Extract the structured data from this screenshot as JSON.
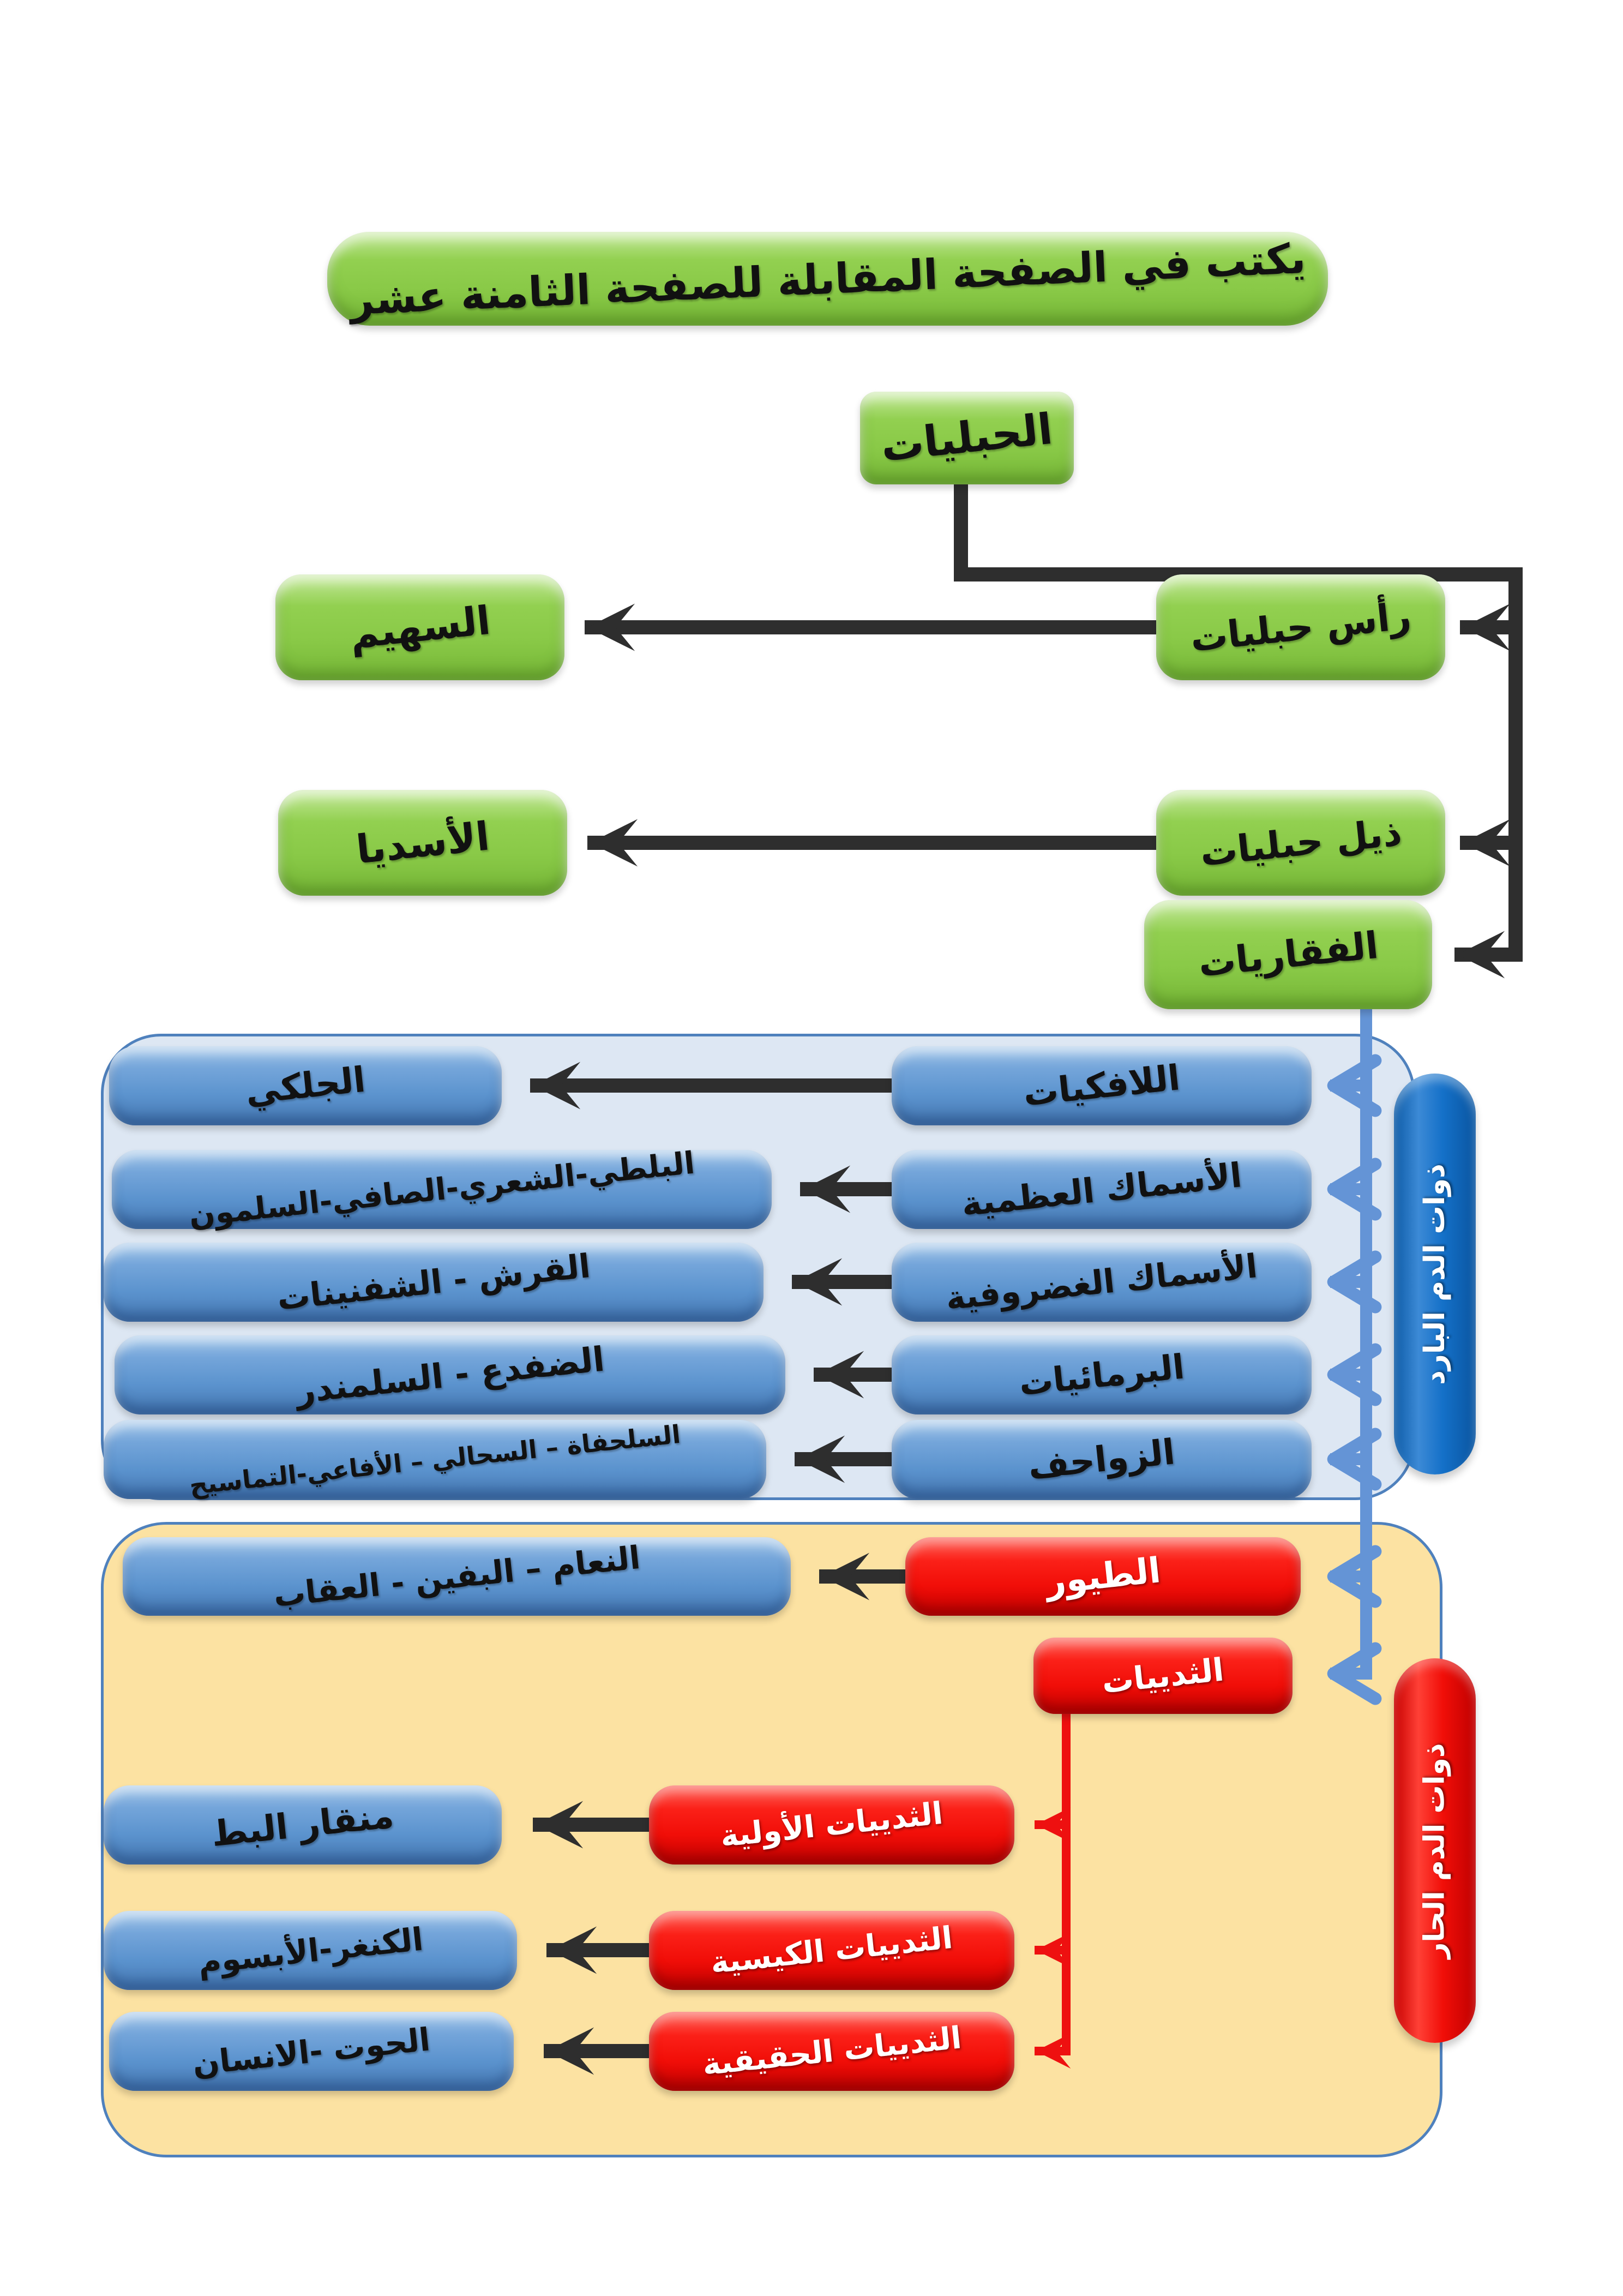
{
  "title_banner": "يكتب في الصفحة المقابلة للصفحة الثامنة عشر",
  "root": "الحبليات",
  "level1": {
    "cephalochordates": {
      "label": "رأس حبليات",
      "example": "السهيم"
    },
    "urochordates": {
      "label": "ذيل حبليات",
      "example": "الأسديا"
    },
    "vertebrates": {
      "label": "الفقاريات"
    }
  },
  "cold_blooded": {
    "side_label": "ذوات الدم البارد",
    "rows": [
      {
        "category": "اللافكيات",
        "examples": "الجلكي"
      },
      {
        "category": "الأسماك العظمية",
        "examples": "البلطي-الشعري-الصافي-السلمون"
      },
      {
        "category": "الأسماك الغضروفية",
        "examples": "القرش - الشفنينات"
      },
      {
        "category": "البرمائيات",
        "examples": "الضفدع - السلمندر"
      },
      {
        "category": "الزواحف",
        "examples": "السلحفاة – السحالي – الأفاعي-التماسيح"
      }
    ]
  },
  "warm_blooded": {
    "side_label": "ذوات الدم الحار",
    "birds": {
      "category": "الطيور",
      "examples": "النعام – البفين - العقاب"
    },
    "mammals": {
      "label": "الثدييات",
      "rows": [
        {
          "category": "الثدييات الأولية",
          "examples": "منقار البط"
        },
        {
          "category": "الثدييات الكيسية",
          "examples": "الكنغر-الأبسوم"
        },
        {
          "category": "الثدييات الحقيقية",
          "examples": "الحوت -الانسان"
        }
      ]
    }
  },
  "colors": {
    "green": "#92D050",
    "blue-box": "#5B93CE",
    "red-box": "#F10E08",
    "cold-bg": "#DDE7F3",
    "warm-bg": "#FCE2A2",
    "region-border": "#4F81BD",
    "blue-pill": "#1470C8",
    "line-black": "#2E2E2E",
    "line-blue": "#6494D6",
    "line-red": "#EE1010"
  }
}
